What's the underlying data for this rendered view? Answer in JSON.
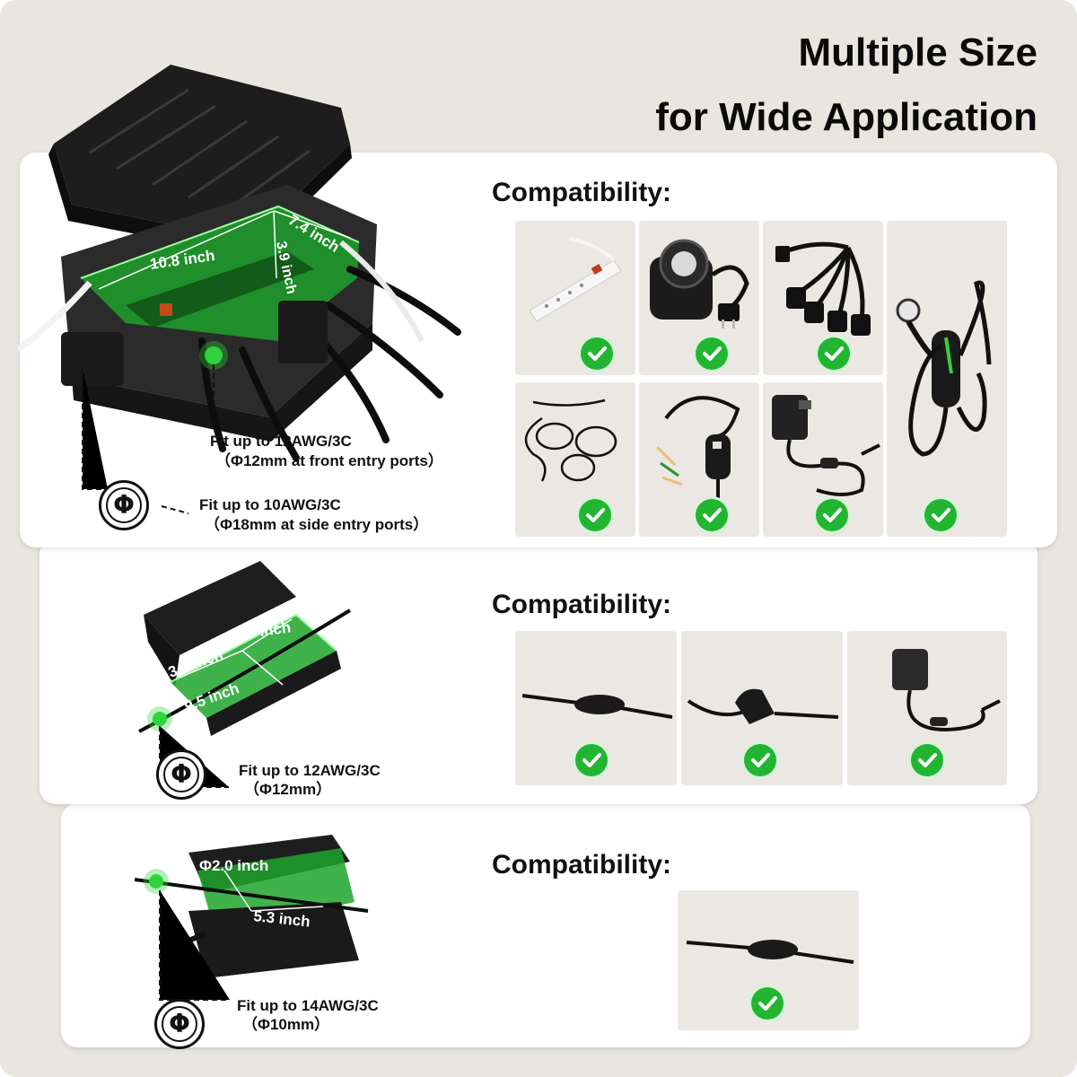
{
  "header": {
    "line1": "Multiple Size",
    "line2": "for Wide Application"
  },
  "colors": {
    "accent_green": "#22b531",
    "background": "#e9e6e0",
    "tile": "#ebe8e3"
  },
  "large_box": {
    "dimensions": {
      "length": "10.8 inch",
      "width": "7.4 inch",
      "height": "3.9 inch"
    },
    "compat_label": "Compatibility:",
    "front_fit": {
      "line1": "Fit up to 12AWG/3C",
      "line2": "（Φ12mm at front entry ports）"
    },
    "side_fit": {
      "line1": "Fit up to 10AWG/3C",
      "line2": "（Φ18mm at side entry ports）"
    },
    "phi_symbol": "Φ",
    "items": [
      "power-strip-icon",
      "outdoor-timer-icon",
      "multi-outlet-splitter-icon",
      "ev-charger-icon",
      "light-string-icon",
      "gfci-cord-icon",
      "ac-adapter-icon"
    ]
  },
  "medium_box": {
    "dimensions": {
      "width": "2.9 inch",
      "depth": "3.0 inch",
      "length": "9.5 inch"
    },
    "compat_label": "Compatibility:",
    "fit": {
      "line1": "Fit up to 12AWG/3C",
      "line2": "（Φ12mm）"
    },
    "phi_symbol": "Φ",
    "items": [
      "inline-cord-connector-icon",
      "angled-plug-connector-icon",
      "ac-adapter-icon"
    ]
  },
  "small_box": {
    "dimensions": {
      "diameter": "Φ2.0 inch",
      "length": "5.3 inch"
    },
    "compat_label": "Compatibility:",
    "fit": {
      "line1": "Fit up to 14AWG/3C",
      "line2": "（Φ10mm）"
    },
    "phi_symbol": "Φ",
    "items": [
      "inline-cord-connector-icon"
    ]
  }
}
